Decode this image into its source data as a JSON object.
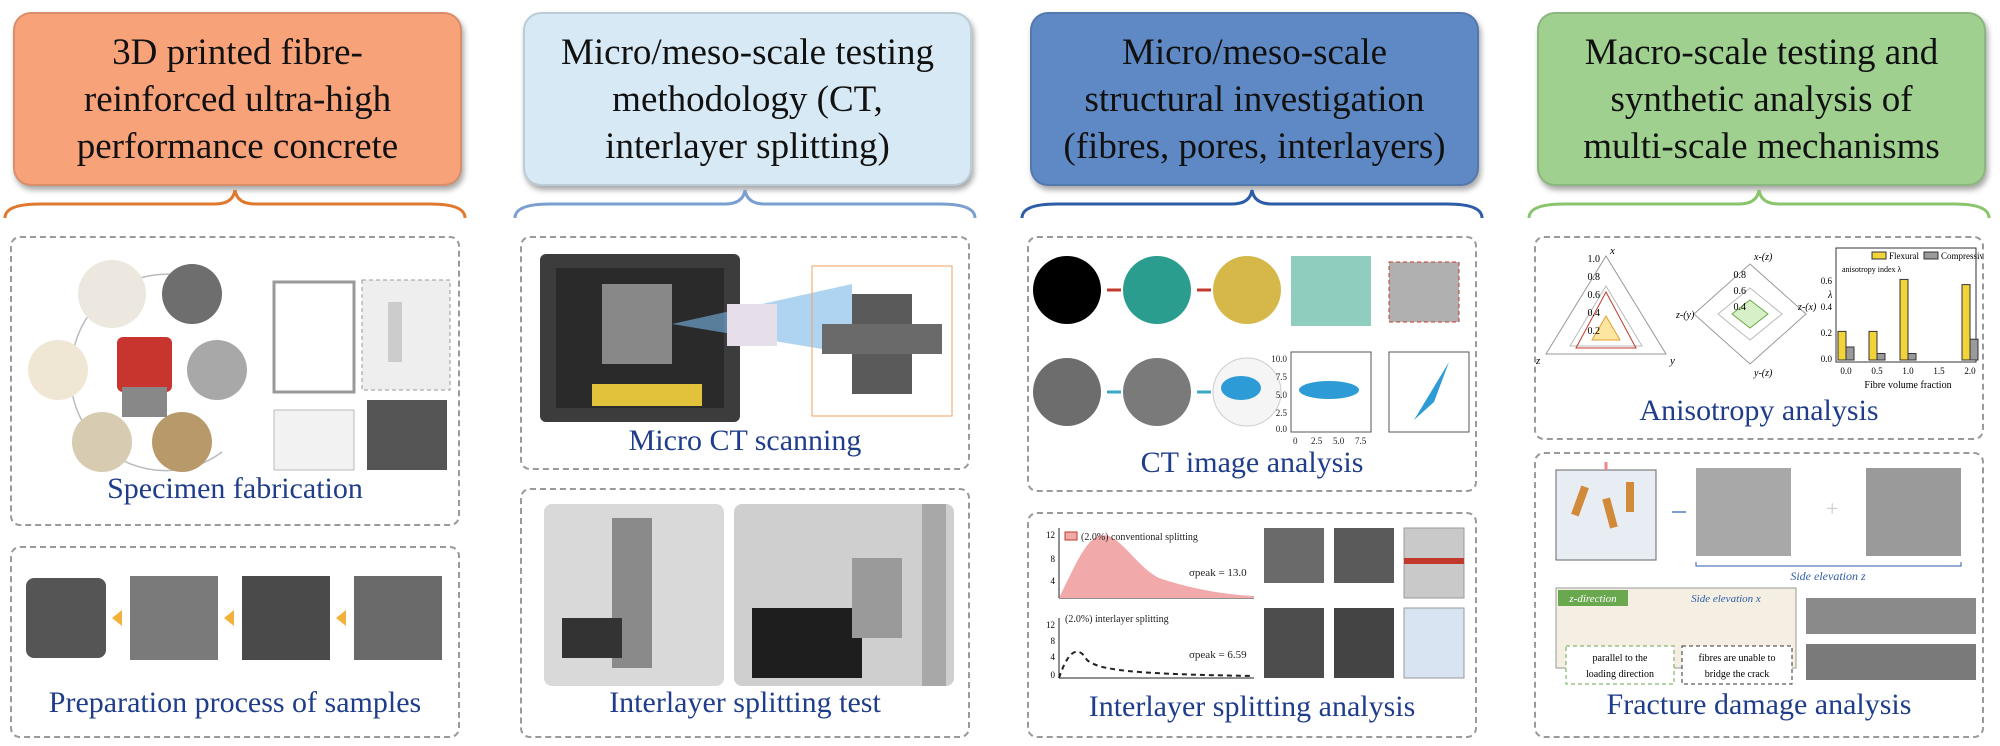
{
  "columns": [
    {
      "header": [
        "3D printed fibre-",
        "reinforced ultra-high",
        "performance concrete"
      ],
      "header_color": "#f8a27a",
      "brace_color": "#e0782e",
      "panels": [
        {
          "caption": "Specimen fabrication"
        },
        {
          "caption": "Preparation process of samples"
        }
      ]
    },
    {
      "header": [
        "Micro/meso-scale testing",
        "methodology (CT,",
        "interlayer splitting)"
      ],
      "header_color": "#d6e9f4",
      "brace_color": "#7a9fd0",
      "panels": [
        {
          "caption": "Micro CT scanning"
        },
        {
          "caption": "Interlayer splitting test"
        }
      ]
    },
    {
      "header": [
        "Micro/meso-scale",
        "structural investigation",
        "(fibres, pores, interlayers)"
      ],
      "header_color": "#5f89c4",
      "brace_color": "#2e5da8",
      "panels": [
        {
          "caption": "CT image analysis"
        },
        {
          "caption": "Interlayer splitting analysis"
        }
      ]
    },
    {
      "header": [
        "Macro-scale testing and",
        "synthetic analysis of",
        "multi-scale mechanisms"
      ],
      "header_color": "#9fd08f",
      "brace_color": "#8ac46d",
      "panels": [
        {
          "caption": "Anisotropy analysis"
        },
        {
          "caption": "Fracture damage analysis"
        }
      ]
    }
  ],
  "ct_analysis": {
    "plot_ticks_y": [
      "10.0",
      "7.5",
      "5.0",
      "2.5",
      "0.0"
    ],
    "plot_ticks_x": [
      "0",
      "2.5",
      "5.0",
      "7.5"
    ]
  },
  "splitting_analysis": {
    "legend_top": "(2.0%) conventional splitting",
    "legend_bottom": "(2.0%) interlayer splitting",
    "peak_top": "σpeak = 13.0",
    "peak_bottom": "σpeak = 6.59",
    "yticks_top": [
      "12",
      "8",
      "4"
    ],
    "yticks_bottom": [
      "12",
      "8",
      "4",
      "0"
    ]
  },
  "anisotropy": {
    "radar1_labels": [
      "x",
      "y",
      "z"
    ],
    "radar1_ticks": [
      "1.0",
      "0.8",
      "0.6",
      "0.4",
      "0.2"
    ],
    "radar2_labels": [
      "x-(z)",
      "z-(y)",
      "z-(x)",
      "y-(z)"
    ],
    "radar2_ticks": [
      "0.8",
      "0.6",
      "0.4"
    ],
    "bar_legend": [
      "Flexural",
      "Compressive"
    ],
    "bar_annotation": "anisotropy index λ",
    "bar_ylabel": "λ",
    "bar_yticks": [
      "0.6",
      "0.4",
      "0.2",
      "0.0"
    ],
    "bar_xticks": [
      "0.0",
      "0.5",
      "1.0",
      "1.5",
      "2.0"
    ],
    "bar_xlabel": "Fibre volume fraction",
    "flexural": [
      0.22,
      0.22,
      0.62,
      null,
      0.58
    ],
    "compressive": [
      0.1,
      0.05,
      0.05,
      null,
      0.16
    ],
    "colors": {
      "flexural": "#f2d33a",
      "compressive": "#9a9a9a"
    }
  },
  "fracture": {
    "side_z": "Side elevation z",
    "side_x": "Side elevation x",
    "z_direction": "z-direction",
    "note_left": [
      "parallel to the",
      "loading direction"
    ],
    "note_right": [
      "fibres are unable to",
      "bridge the crack"
    ]
  }
}
